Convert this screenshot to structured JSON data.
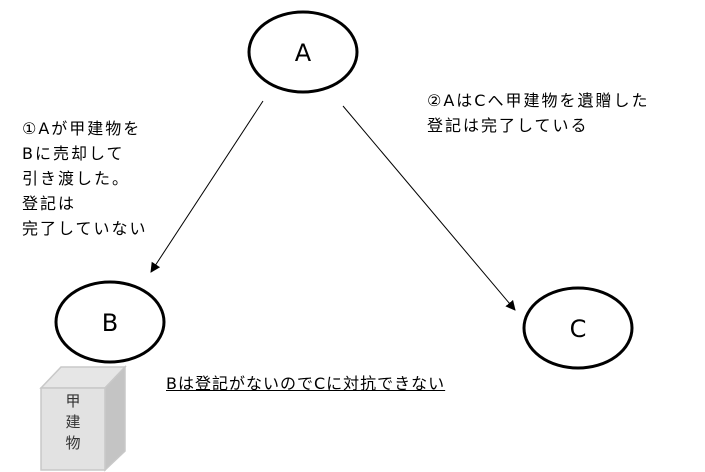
{
  "nodes": {
    "a": "A",
    "b": "B",
    "c": "C"
  },
  "left_note": [
    "①Aが甲建物を",
    "Bに売却して",
    "引き渡した。",
    "登記は",
    "完了していない"
  ],
  "right_note": [
    "②AはCへ甲建物を遺贈した",
    "登記は完了している"
  ],
  "conclusion": "Bは登記がないのでCに対抗できない",
  "building": [
    "甲",
    "建",
    "物"
  ]
}
